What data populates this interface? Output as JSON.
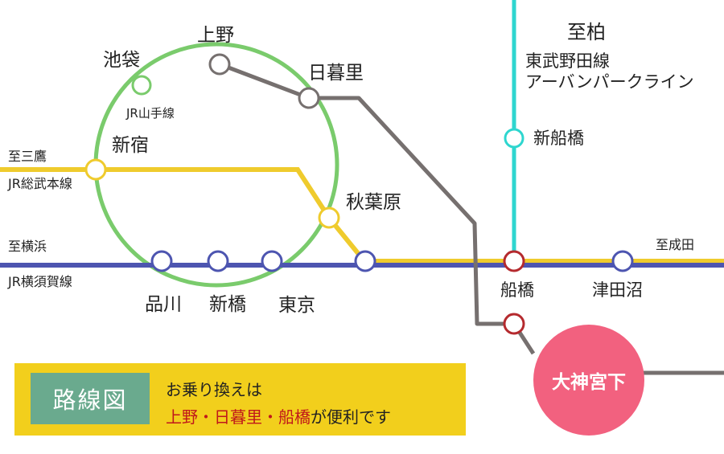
{
  "colors": {
    "yamanote": "#7ACB6C",
    "sobu": "#EFCB2D",
    "yokosuka": "#4D55B0",
    "tobu": "#2ED6CF",
    "keisei": "#76706F",
    "transfer": "#B52A2E",
    "destination": "#F2617F",
    "legend_bg": "#F2CF1C",
    "legend_title_bg": "#6AAA8E",
    "highlight_text": "#C0171B"
  },
  "lines": {
    "yamanote": "JR山手線",
    "sobu": "JR総武本線",
    "yokosuka": "JR横須賀線",
    "tobu_1": "東武野田線",
    "tobu_2": "アーバンパークライン"
  },
  "directions": {
    "mitaka": "至三鷹",
    "yokohama": "至横浜",
    "narita": "至成田",
    "kashiwa": "至柏"
  },
  "stations": {
    "ikebukuro": "池袋",
    "ueno": "上野",
    "nippori": "日暮里",
    "shinjuku": "新宿",
    "akihabara": "秋葉原",
    "shinagawa": "品川",
    "shimbashi": "新橋",
    "tokyo": "東京",
    "shin_funabashi": "新船橋",
    "funabashi": "船橋",
    "tsudanuma": "津田沼",
    "destination": "大神宮下"
  },
  "legend": {
    "title": "路線図",
    "line1": "お乗り換えは",
    "transfer_1": "上野",
    "sep_1": "・",
    "transfer_2": "日暮里",
    "sep_2": "・",
    "transfer_3": "船橋",
    "suffix": "が便利です"
  }
}
